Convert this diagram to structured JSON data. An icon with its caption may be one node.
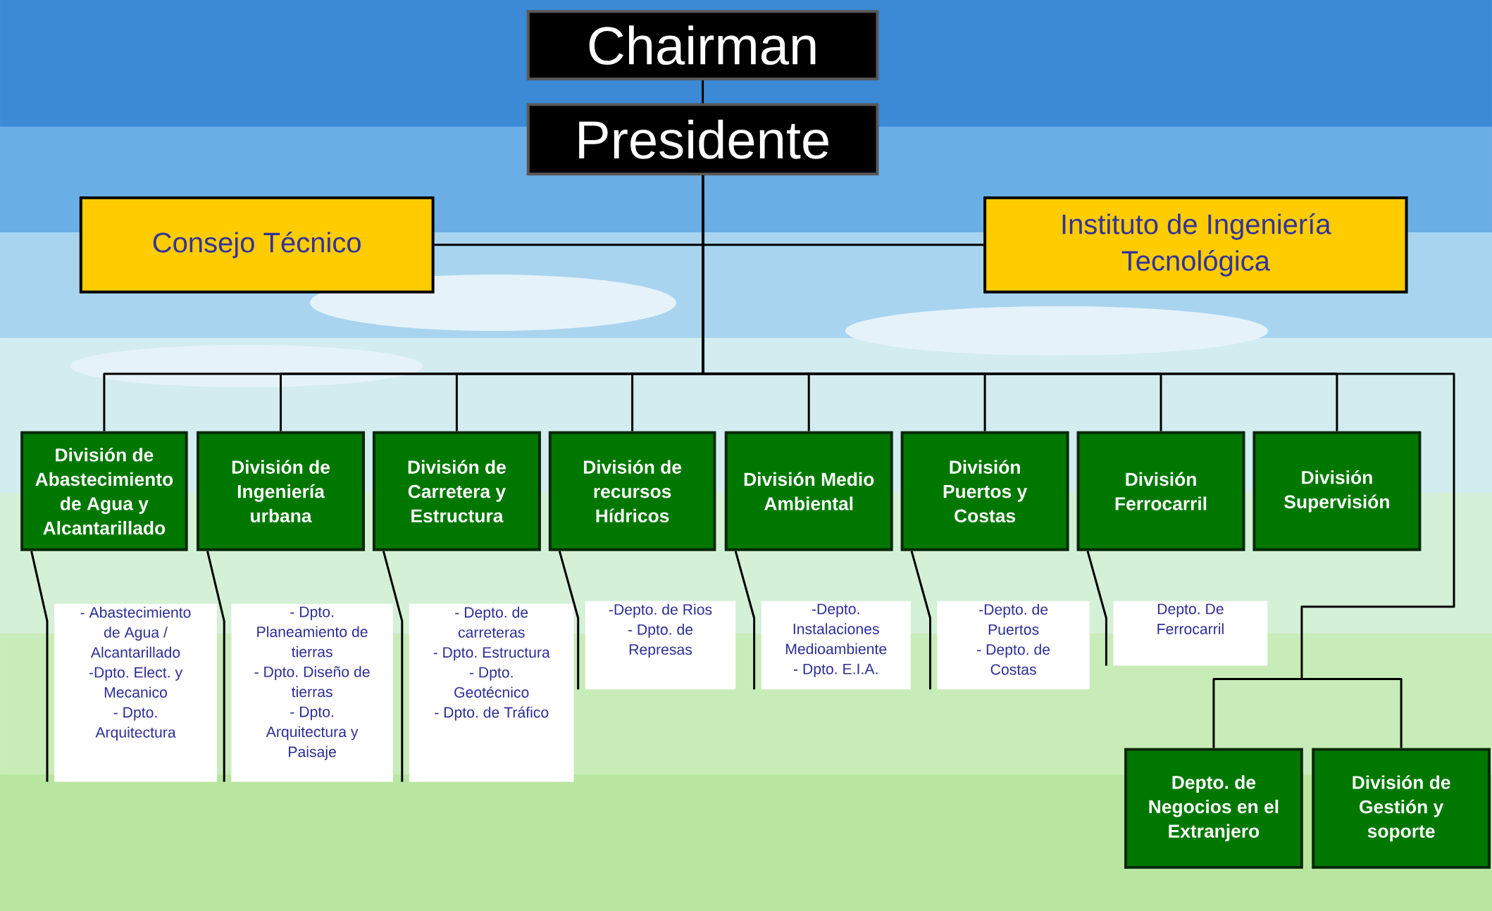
{
  "diagram": {
    "nodes": [
      {
        "text": [
          "Chairman"
        ]
      },
      {
        "text": [
          "Presidente"
        ]
      },
      {
        "text": [
          "Consejo Técnico"
        ]
      },
      {
        "text": [
          "Instituto de Ingeniería Tecnológica"
        ]
      },
      {
        "text": [
          "División de Abastecimiento de Agua y Alcantarillado"
        ]
      },
      {
        "text": [
          "División de Ingeniería urbana"
        ]
      },
      {
        "text": [
          "División  de Carretera y Estructura"
        ]
      },
      {
        "text": [
          "División de recursos Hídricos"
        ]
      },
      {
        "text": [
          "División Medio Ambiental"
        ]
      },
      {
        "text": [
          "División Puertos y Costas"
        ]
      },
      {
        "text": [
          "División Ferrocarril"
        ]
      },
      {
        "text": [
          "División Supervisión"
        ]
      },
      {
        "text": [
          "- Abastecimiento de Agua / Alcantarillado",
          "-Dpto. Elect. y Mecanico",
          "- Dpto. Arquitectura"
        ]
      },
      {
        "text": [
          "- Dpto. Planeamiento de tierras",
          "- Dpto. Diseño de tierras",
          "- Dpto. Arquitectura y Paisaje"
        ]
      },
      {
        "text": [
          "- Depto. de carreteras",
          "- Dpto. Estructura",
          "- Dpto. Geotécnico",
          "- Dpto. de Tráfico"
        ]
      },
      {
        "text": [
          "-Depto.  de Rios",
          "- Dpto. de Represas"
        ]
      },
      {
        "text": [
          "-Depto. Instalaciones Medioambiente",
          "- Dpto. E.I.A."
        ]
      },
      {
        "text": [
          "-Depto. de Puertos",
          "- Depto. de Costas"
        ]
      },
      {
        "text": [
          "Depto. De Ferrocarril"
        ]
      },
      {
        "text": [
          "Depto. de Negocios en el Extranjero"
        ]
      },
      {
        "text": [
          "División de Gestión y soporte"
        ]
      }
    ],
    "edges": [
      {
        "from": 0,
        "to": 1,
        "arrow": "none"
      },
      {
        "from": 1,
        "to": 2,
        "arrow": "none"
      },
      {
        "from": 1,
        "to": 3,
        "arrow": "none"
      },
      {
        "from": 1,
        "to": 4,
        "arrow": "none"
      },
      {
        "from": 1,
        "to": 5,
        "arrow": "none"
      },
      {
        "from": 1,
        "to": 6,
        "arrow": "none"
      },
      {
        "from": 1,
        "to": 7,
        "arrow": "none"
      },
      {
        "from": 1,
        "to": 8,
        "arrow": "none"
      },
      {
        "from": 1,
        "to": 9,
        "arrow": "none"
      },
      {
        "from": 1,
        "to": 10,
        "arrow": "none"
      },
      {
        "from": 1,
        "to": 11,
        "arrow": "none"
      },
      {
        "from": 4,
        "to": 12,
        "arrow": "none"
      },
      {
        "from": 5,
        "to": 13,
        "arrow": "none"
      },
      {
        "from": 6,
        "to": 14,
        "arrow": "none"
      },
      {
        "from": 7,
        "to": 15,
        "arrow": "none"
      },
      {
        "from": 8,
        "to": 16,
        "arrow": "none"
      },
      {
        "from": 9,
        "to": 17,
        "arrow": "none"
      },
      {
        "from": 10,
        "to": 18,
        "arrow": "none"
      },
      {
        "from": 1,
        "to": 19,
        "arrow": "none"
      },
      {
        "from": 1,
        "to": 20,
        "arrow": "none"
      }
    ]
  }
}
